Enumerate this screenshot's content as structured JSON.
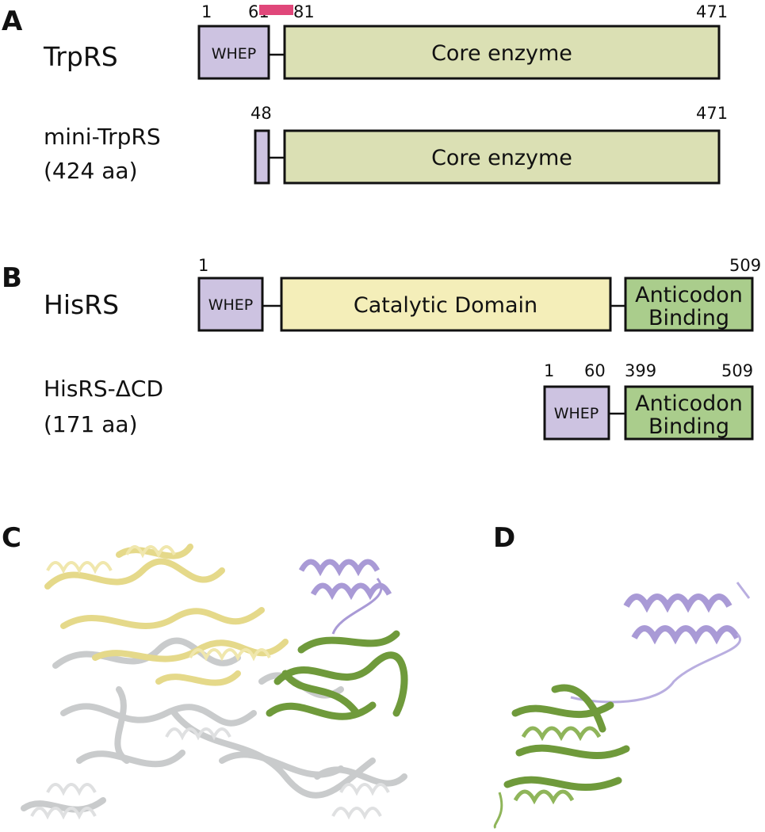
{
  "panels": {
    "a": "A",
    "b": "B",
    "c": "C",
    "d": "D"
  },
  "trprs": {
    "name": "TrpRS",
    "start": "1",
    "whep_end": "61",
    "peptide_end": "81",
    "end": "471",
    "whep": "WHEP",
    "core": "Core enzyme"
  },
  "mini_trprs": {
    "name": "mini-TrpRS",
    "length": "(424 aa)",
    "start": "48",
    "end": "471",
    "core": "Core enzyme"
  },
  "hisrs": {
    "name": "HisRS",
    "start": "1",
    "end": "509",
    "whep": "WHEP",
    "catalytic": "Catalytic Domain",
    "anticodon_line1": "Anticodon",
    "anticodon_line2": "Binding"
  },
  "hisrs_dcd": {
    "name": "HisRS-ΔCD",
    "length": "(171 aa)",
    "start": "1",
    "whep_end": "60",
    "anticodon_start": "399",
    "end": "509",
    "whep": "WHEP",
    "anticodon_line1": "Anticodon",
    "anticodon_line2": "Binding"
  },
  "colors": {
    "whep": "#cdc3e1",
    "core": "#dbe0b4",
    "catalytic": "#f4eeb9",
    "anticodon": "#aacd8c",
    "peptide": "#e0477a",
    "ribbon_yellow": "#e5d98a",
    "ribbon_gray": "#c9cbcc",
    "ribbon_green": "#6f9a3b",
    "ribbon_lavender": "#a99ad6"
  }
}
